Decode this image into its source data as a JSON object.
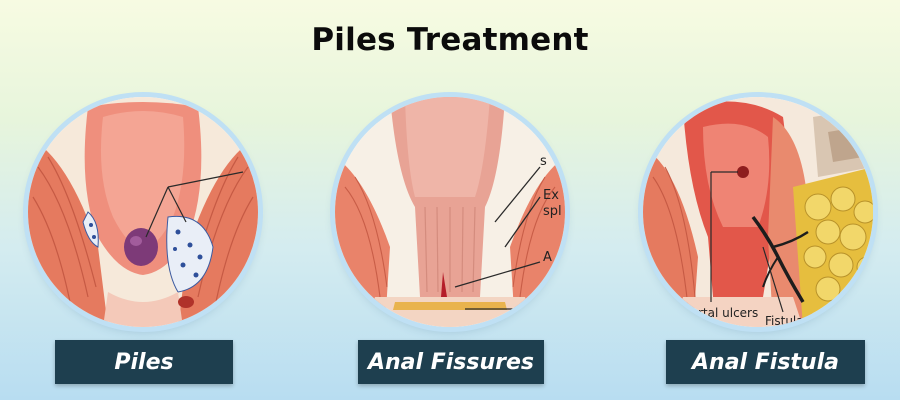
{
  "header": {
    "title": "Piles Treatment"
  },
  "cards": [
    {
      "label": "Piles"
    },
    {
      "label": "Anal Fissures",
      "annotations": [
        "s",
        "Ex",
        "spl",
        "A"
      ]
    },
    {
      "label": "Anal Fistula",
      "annotations": [
        "rtal ulcers",
        "Fistula"
      ]
    }
  ],
  "colors": {
    "label_bg": "#1e3f4f",
    "label_text": "#ffffff",
    "ring": "#bfe0f4",
    "tissue": "#e8836b",
    "lumen": "#f3b7a4",
    "fat": "#e8c64c"
  }
}
